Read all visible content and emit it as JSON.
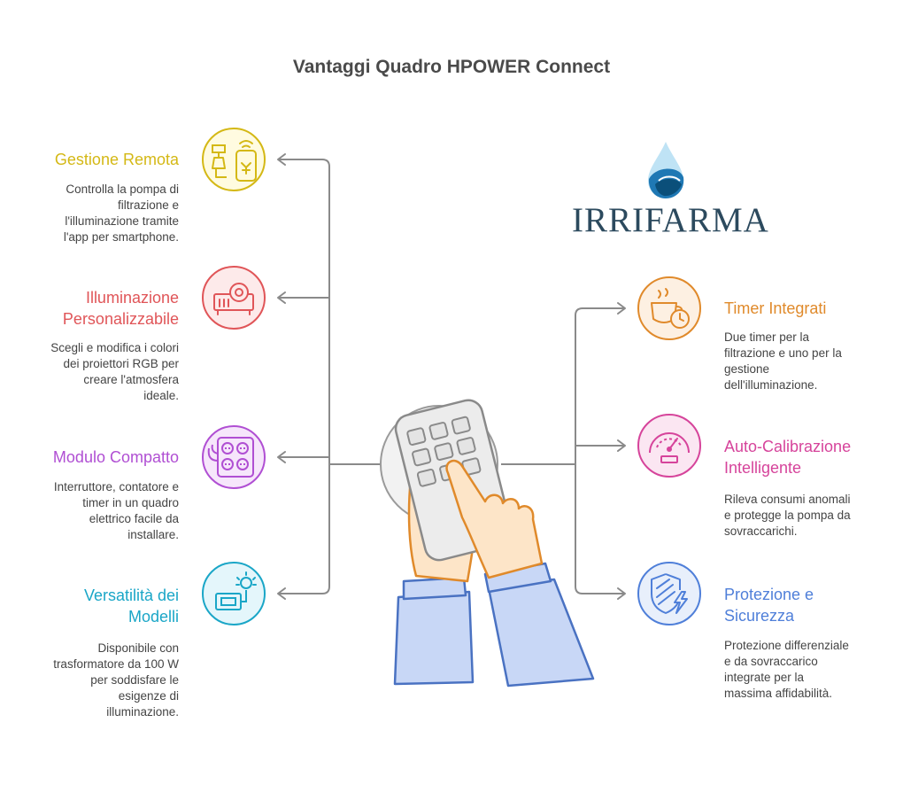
{
  "title": "Vantaggi Quadro HPOWER Connect",
  "logo": {
    "text": "IRRIFARMA",
    "drop_colors": [
      "#a8d7f0",
      "#1f78b4",
      "#0b4f7a"
    ]
  },
  "colors": {
    "yellow": "#d4b815",
    "red": "#e05558",
    "purple": "#b04fd3",
    "cyan": "#1aa6c7",
    "orange": "#e08a2b",
    "pink": "#d6449b",
    "blue": "#4f7fd9",
    "connector": "#8a8a8a"
  },
  "left_items": [
    {
      "title_lines": [
        "Gestione Remota"
      ],
      "desc_lines": [
        "Controlla la pompa di",
        "filtrazione e",
        "l'illuminazione tramite",
        "l'app per smartphone."
      ],
      "icon": "remote-phone-icon",
      "color": "#d4b815",
      "fill": "#fffbe0"
    },
    {
      "title_lines": [
        "Illuminazione",
        "Personalizzabile"
      ],
      "desc_lines": [
        "Scegli e modifica i colori",
        "dei proiettori RGB per",
        "creare l'atmosfera",
        "ideale."
      ],
      "icon": "projector-icon",
      "color": "#e05558",
      "fill": "#fdeaea"
    },
    {
      "title_lines": [
        "Modulo Compatto"
      ],
      "desc_lines": [
        "Interruttore, contatore e",
        "timer in un quadro",
        "elettrico facile da",
        "installare."
      ],
      "icon": "power-panel-icon",
      "color": "#b04fd3",
      "fill": "#f6e6fb"
    },
    {
      "title_lines": [
        "Versatilità dei",
        "Modelli"
      ],
      "desc_lines": [
        "Disponibile con",
        "trasformatore da 100 W",
        "per soddisfare le",
        "esigenze di",
        "illuminazione."
      ],
      "icon": "transformer-bulb-icon",
      "color": "#1aa6c7",
      "fill": "#e4f6fb"
    }
  ],
  "right_items": [
    {
      "title_lines": [
        "Timer Integrati"
      ],
      "desc_lines": [
        "Due timer per la",
        "filtrazione e uno per la",
        "gestione",
        "dell'illuminazione."
      ],
      "icon": "cup-clock-icon",
      "color": "#e08a2b",
      "fill": "#fdf0e2"
    },
    {
      "title_lines": [
        "Auto-Calibrazione",
        "Intelligente"
      ],
      "desc_lines": [
        "Rileva consumi anomali",
        "e protegge la pompa da",
        "sovraccarichi."
      ],
      "icon": "gauge-icon",
      "color": "#d6449b",
      "fill": "#fbe6f2"
    },
    {
      "title_lines": [
        "Protezione e",
        "Sicurezza"
      ],
      "desc_lines": [
        "Protezione differenziale",
        "e da sovraccarico",
        "integrate per la",
        "massima affidabilità."
      ],
      "icon": "shield-bolt-icon",
      "color": "#4f7fd9",
      "fill": "#e8effb"
    }
  ]
}
